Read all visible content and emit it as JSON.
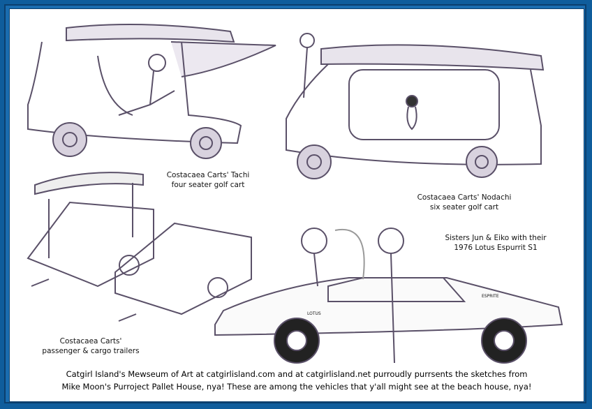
{
  "captions": {
    "tachi": [
      "Costacaea Carts' Tachi",
      "four seater golf cart"
    ],
    "nodachi": [
      "Costacaea Carts' Nodachi",
      "six seater golf cart"
    ],
    "trailers": [
      "Costacaea Carts'",
      "passenger & cargo trailers"
    ],
    "lotus": [
      "Sisters Jun & Eiko with their",
      "1976 Lotus Espurrit S1"
    ]
  },
  "car_labels": {
    "side": "LOTUS",
    "rear": "ESPRITE"
  },
  "footer": [
    "Catgirl Island's Mewseum of Art at catgirlisland.com and at catgirlisland.net purroudly purrsents the sketches from",
    "Mike Moon's Purroject Pallet House, nya! These are among the vehicles that y'all might see at the beach house, nya!"
  ],
  "colors": {
    "frame": "#0f5d9c",
    "panel": "#ffffff",
    "sketch": "#5a5068"
  }
}
